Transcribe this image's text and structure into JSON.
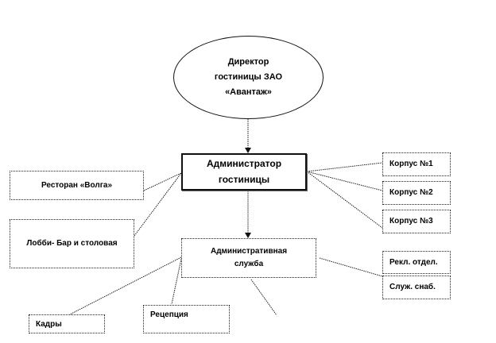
{
  "director": {
    "line1": "Директор",
    "line2": "гостиницы ЗАО",
    "line3": "«Авантаж»"
  },
  "administrator": {
    "line1": "Администратор",
    "line2": "гостиницы"
  },
  "restaurant": "Ресторан «Волга»",
  "lobby": "Лобби- Бар и столовая",
  "buildings": [
    "Корпус №1",
    "Корпус №2",
    "Корпус №3"
  ],
  "admin_service": {
    "line1": "Административная",
    "line2": "служба"
  },
  "advertising": "Рекл. отдел.",
  "supply": "Служ. снаб.",
  "hr": "Кадры",
  "reception": "Рецепция"
}
